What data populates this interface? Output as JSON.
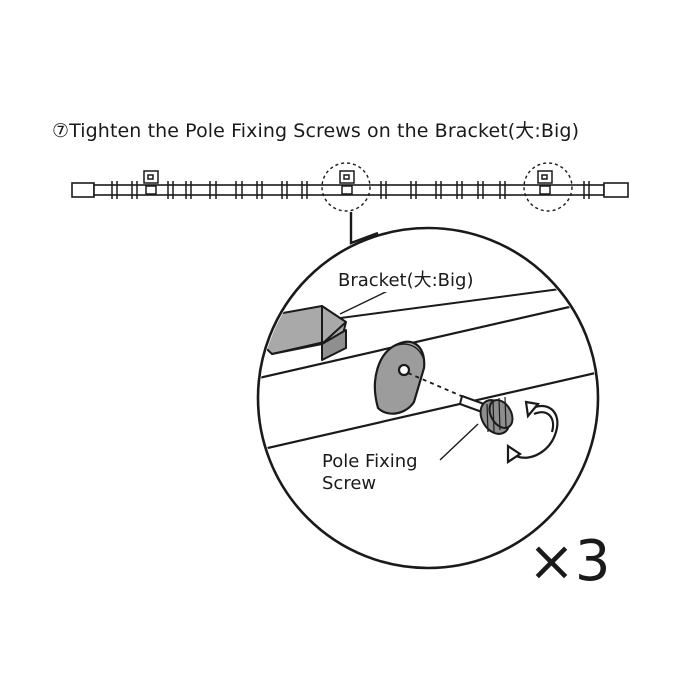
{
  "instruction": {
    "step_number": "⑦",
    "text": "Tighten the Pole Fixing Screws on the Bracket(大:Big)"
  },
  "callouts": {
    "bracket_label": "Bracket(大:Big)",
    "screw_label_line1": "Pole Fixing",
    "screw_label_line2": "Screw"
  },
  "quantity": {
    "symbol": "×",
    "count": "3"
  },
  "colors": {
    "ink": "#1a1a1a",
    "bracket_gray": "#a9a9a9",
    "tab_gray": "#9c9c9c",
    "knob_gray": "#8e8e8e"
  }
}
